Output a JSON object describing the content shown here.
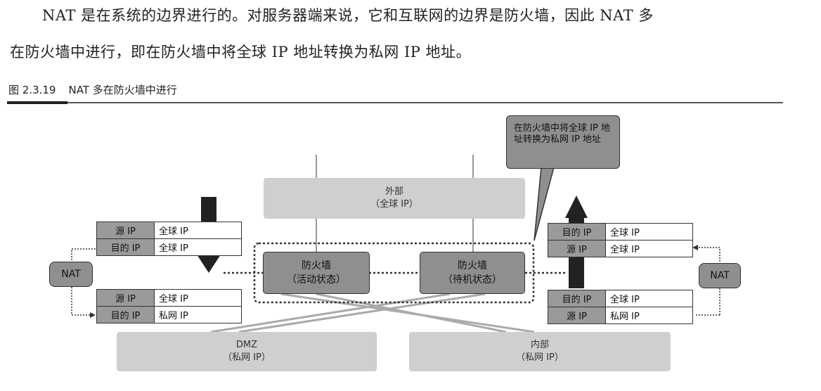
{
  "paragraph": {
    "line1": "NAT 是在系统的边界进行的。对服务器端来说，它和互联网的边界是防火墙，因此 NAT 多",
    "line2": "在防火墙中进行，即在防火墙中将全球 IP 地址转换为私网 IP 地址。"
  },
  "figure": {
    "number": "图 2.3.19",
    "title": "NAT 多在防火墙中进行"
  },
  "diagram": {
    "external": {
      "name": "外部",
      "sub": "（全球 IP）"
    },
    "dmz": {
      "name": "DMZ",
      "sub": "（私网 IP）"
    },
    "internal": {
      "name": "内部",
      "sub": "（私网 IP）"
    },
    "fw_active": {
      "name": "防火墙",
      "sub": "（活动状态）"
    },
    "fw_standby": {
      "name": "防火墙",
      "sub": "（待机状态）"
    },
    "nat_left": "NAT",
    "nat_right": "NAT",
    "callout": "在防火墙中将全球 IP 地址转换为私网 IP 地址",
    "left_top": [
      {
        "k": "源 IP",
        "v": "全球 IP"
      },
      {
        "k": "目的 IP",
        "v": "全球 IP"
      }
    ],
    "left_bottom": [
      {
        "k": "源 IP",
        "v": "全球 IP"
      },
      {
        "k": "目的 IP",
        "v": "私网 IP"
      }
    ],
    "right_top": [
      {
        "k": "目的 IP",
        "v": "全球 IP"
      },
      {
        "k": "源 IP",
        "v": "全球 IP"
      }
    ],
    "right_bottom": [
      {
        "k": "目的 IP",
        "v": "全球 IP"
      },
      {
        "k": "源 IP",
        "v": "私网 IP"
      }
    ]
  }
}
